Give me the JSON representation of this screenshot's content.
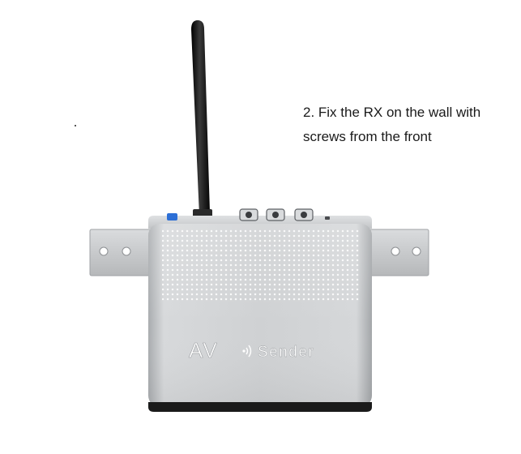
{
  "caption": {
    "line1": "2. Fix the RX on the wall with",
    "line2": "screws from the front"
  },
  "device": {
    "logo_av": "AV",
    "logo_sender": "Sender",
    "body_color": "#c9cbcd",
    "antenna_color": "#1b1b1b",
    "bracket_color": "#c7c9cb",
    "button_color": "#2d6fd6"
  }
}
